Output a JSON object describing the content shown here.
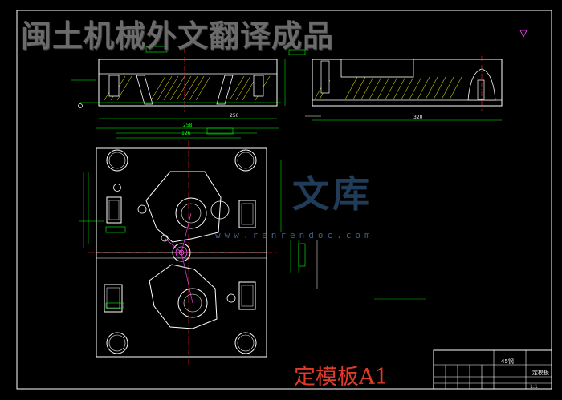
{
  "watermark_title": "闽土机械外文翻译成品",
  "drawing_title": "定模板A1",
  "logo": {
    "text": "文库",
    "url": "www.renrendoc.com"
  },
  "title_block": {
    "material": "45钢",
    "drawing_name": "定模板",
    "scale": "1:1"
  },
  "labels": {
    "dim_top_view_width": "250",
    "dim_side_width": "320",
    "dim_main_width": "258",
    "dim_main_width_inner": "126"
  },
  "colors": {
    "background": "#000000",
    "outline": "#ffffff",
    "dimension": "#00ff00",
    "centerline": "#ff2a2a",
    "hatch": "#ffff00",
    "detail": "#ff4fff",
    "title": "#e23a2a"
  }
}
